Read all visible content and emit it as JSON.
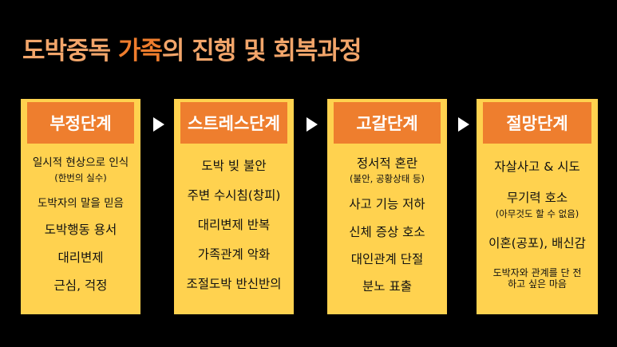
{
  "title": {
    "pre": "도박중독 ",
    "highlight": "가족",
    "post": "의 진행 및 회복과정"
  },
  "colors": {
    "background": "#000000",
    "title": "#f2a56a",
    "title_highlight": "#ef7d2d",
    "box": "#ffd24f",
    "header": "#ee7e2e",
    "header_text": "#ffffff",
    "arrow": "#ffffff"
  },
  "stages": [
    {
      "title": "부정단계",
      "items": [
        {
          "text": "일시적 현상으로 인식",
          "sub": "(한번의 실수)"
        },
        {
          "text": "도박자의 말을 믿음",
          "sub": ""
        },
        {
          "text": "도박행동 용서",
          "sub": ""
        },
        {
          "text": "대리변제",
          "sub": ""
        },
        {
          "text": "근심, 걱정",
          "sub": ""
        }
      ]
    },
    {
      "title": "스트레스단계",
      "items": [
        {
          "text": "도박 빚 불안",
          "sub": ""
        },
        {
          "text": "주변 수시침(창피)",
          "sub": ""
        },
        {
          "text": "대리변제 반복",
          "sub": ""
        },
        {
          "text": "가족관계 악화",
          "sub": ""
        },
        {
          "text": "조절도박 반신반의",
          "sub": ""
        }
      ]
    },
    {
      "title": "고갈단계",
      "items": [
        {
          "text": "정서적 혼란",
          "sub": "(불안, 공황상태 등)"
        },
        {
          "text": "사고 기능 저하",
          "sub": ""
        },
        {
          "text": "신체 증상 호소",
          "sub": ""
        },
        {
          "text": "대인관계 단절",
          "sub": ""
        },
        {
          "text": "분노 표출",
          "sub": ""
        }
      ]
    },
    {
      "title": "절망단계",
      "items": [
        {
          "text": "자살사고 & 시도",
          "sub": ""
        },
        {
          "text": "무기력 호소",
          "sub": "(아무것도 할 수 없음)"
        },
        {
          "text": "이혼(공포), 배신감",
          "sub": ""
        },
        {
          "text": "도박자와 관계를 단 전하고 싶은 마음",
          "sub": ""
        }
      ]
    }
  ]
}
